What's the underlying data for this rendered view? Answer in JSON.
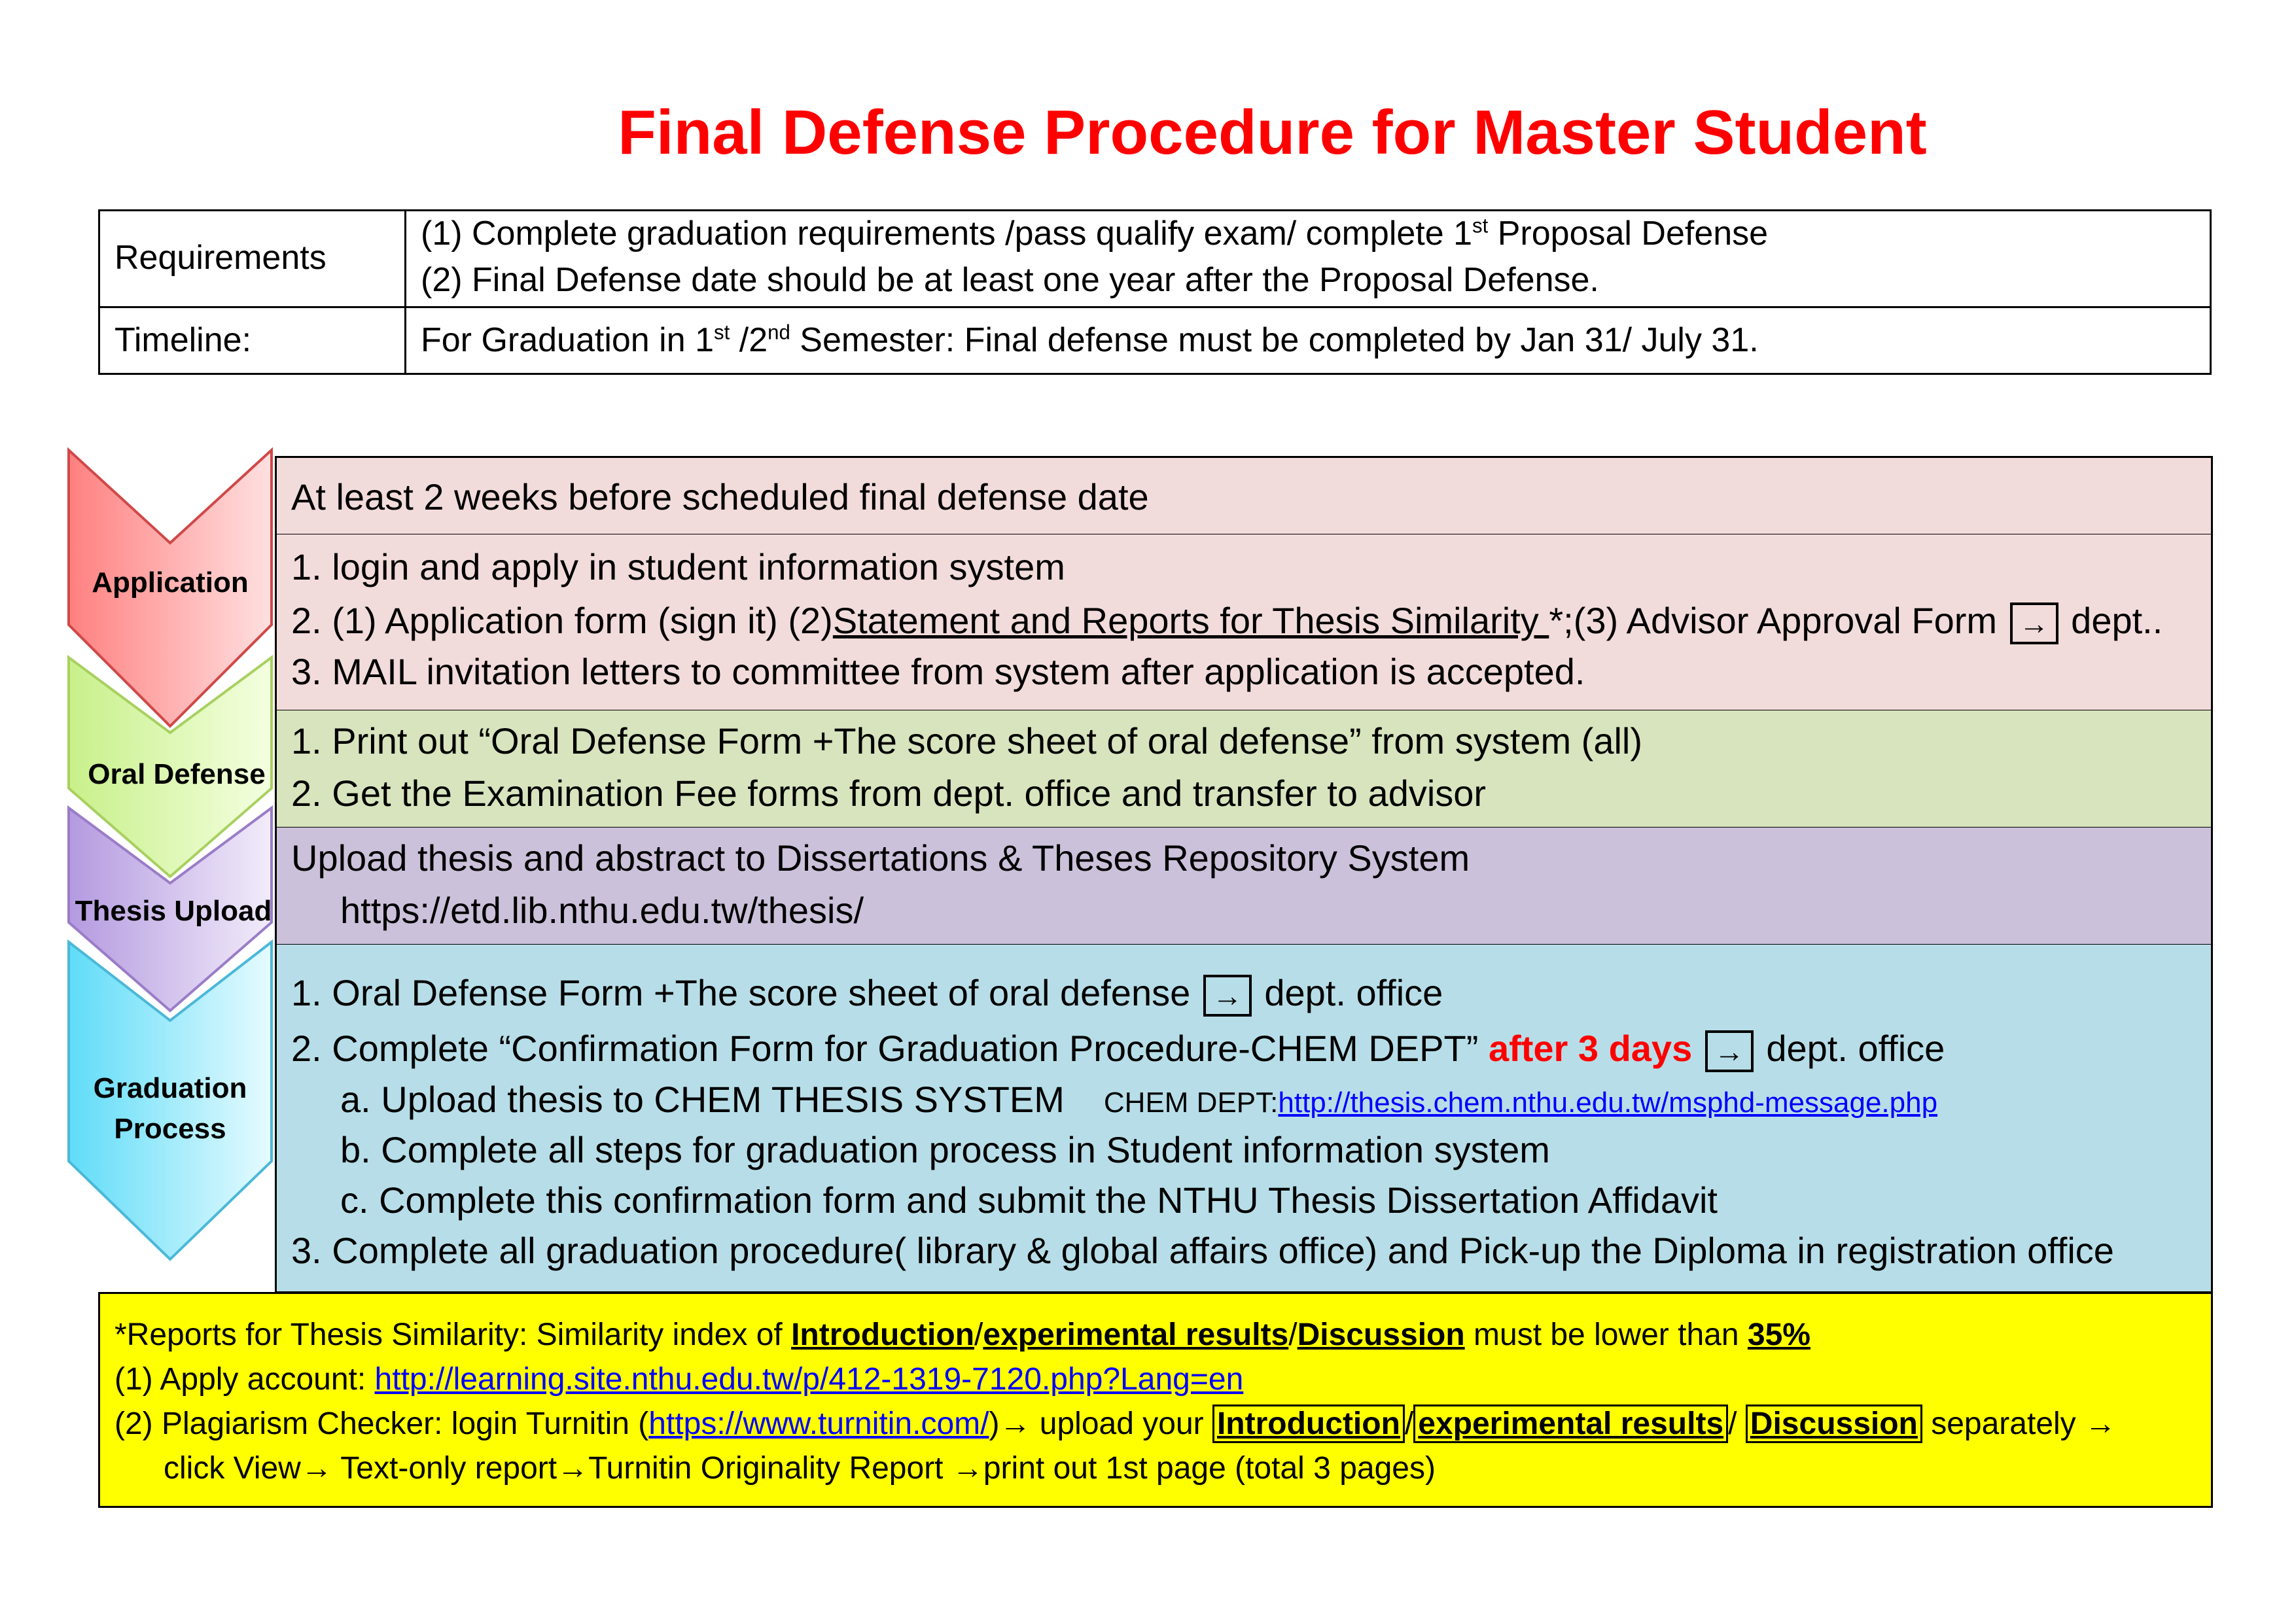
{
  "title": "Final Defense Procedure for Master Student",
  "requirements_table": {
    "row1_label": "Requirements",
    "row1_line1_pre": "(1) Complete graduation requirements /pass qualify exam/ complete 1",
    "row1_line1_sup": "st",
    "row1_line1_post": " Proposal Defense",
    "row1_line2": "(2) Final Defense date should be at least one year after the Proposal Defense.",
    "row2_label": "Timeline:",
    "row2_pre": "For Graduation in 1",
    "row2_sup1": "st",
    "row2_mid": " /2",
    "row2_sup2": "nd",
    "row2_post": " Semester: Final defense must be completed by Jan 31/ July 31."
  },
  "stages": [
    {
      "label": "Application",
      "color": "#f4a5a5"
    },
    {
      "label": "Oral Defense",
      "color": "#d8f0a8"
    },
    {
      "label": "Thesis Upload",
      "color": "#cdb8e6"
    },
    {
      "label_line1": "Graduation",
      "label_line2": "Process",
      "color": "#a8e4f4"
    }
  ],
  "application": {
    "header": "At least 2 weeks before scheduled final defense date",
    "step1": "1. login and apply in student information system",
    "step2_pre": "2. (1) Application form (sign it) (2)",
    "step2_underlined": "Statement and Reports for Thesis Similarity ",
    "step2_mid": "*;(3) Advisor Approval Form ",
    "step2_arrow": "→",
    "step2_post": " dept..",
    "step3": "3. MAIL invitation letters to committee from system after application is accepted.",
    "header_bg": "#f2dcdb",
    "body_bg": "#f2dcdb"
  },
  "oral_defense": {
    "step1": "1.  Print out “Oral Defense Form +The score sheet of oral defense” from system (all)",
    "step2": "2.  Get the Examination Fee forms from dept. office and transfer to advisor",
    "bg": "#d7e4bd"
  },
  "thesis_upload": {
    "line1": "Upload thesis and abstract to Dissertations & Theses Repository System",
    "line2": "https://etd.lib.nthu.edu.tw/thesis/",
    "bg": "#ccc1da"
  },
  "graduation": {
    "step1_pre": "1.  Oral Defense Form +The score sheet of oral defense ",
    "step1_arrow": "→",
    "step1_post": " dept. office",
    "step2_pre": "2.  Complete “Confirmation Form for Graduation Procedure-CHEM DEPT” ",
    "step2_red": "after 3 days",
    "step2_arrow": "→",
    "step2_post": " dept. office",
    "step2a": "a.  Upload thesis to CHEM THESIS SYSTEM",
    "step2a_small": "CHEM DEPT:",
    "step2a_link": "http://thesis.chem.nthu.edu.tw/msphd-message.php",
    "step2b": "b.  Complete all steps for graduation process in Student information system",
    "step2c": "c.  Complete this confirmation form and submit the NTHU Thesis Dissertation Affidavit",
    "step3": "3.  Complete all graduation procedure( library & global affairs office) and Pick-up the Diploma in registration office",
    "bg": "#b7dee8"
  },
  "note": {
    "line1_pre": "*Reports for Thesis Similarity: Similarity index of ",
    "line1_b1": "Introduction",
    "line1_s1": "/",
    "line1_b2": "experimental results",
    "line1_s2": "/",
    "line1_b3": "Discussion",
    "line1_mid": " must be lower than ",
    "line1_b4": "35%",
    "line2_pre": "(1) Apply account: ",
    "line2_link": "http://learning.site.nthu.edu.tw/p/412-1319-7120.php?Lang=en",
    "line3_pre": "(2) Plagiarism Checker: login Turnitin (",
    "line3_link": "https://www.turnitin.com/",
    "line3_mid": ")→ upload your ",
    "line3_b1": "Introduction",
    "line3_s1": "/",
    "line3_b2": "experimental results",
    "line3_s2": "/ ",
    "line3_b3": "Discussion",
    "line3_post": " separately →",
    "line4": "click View→ Text-only report→Turnitin Originality Report →print out 1st page (total 3 pages)",
    "bg": "#ffff00"
  }
}
